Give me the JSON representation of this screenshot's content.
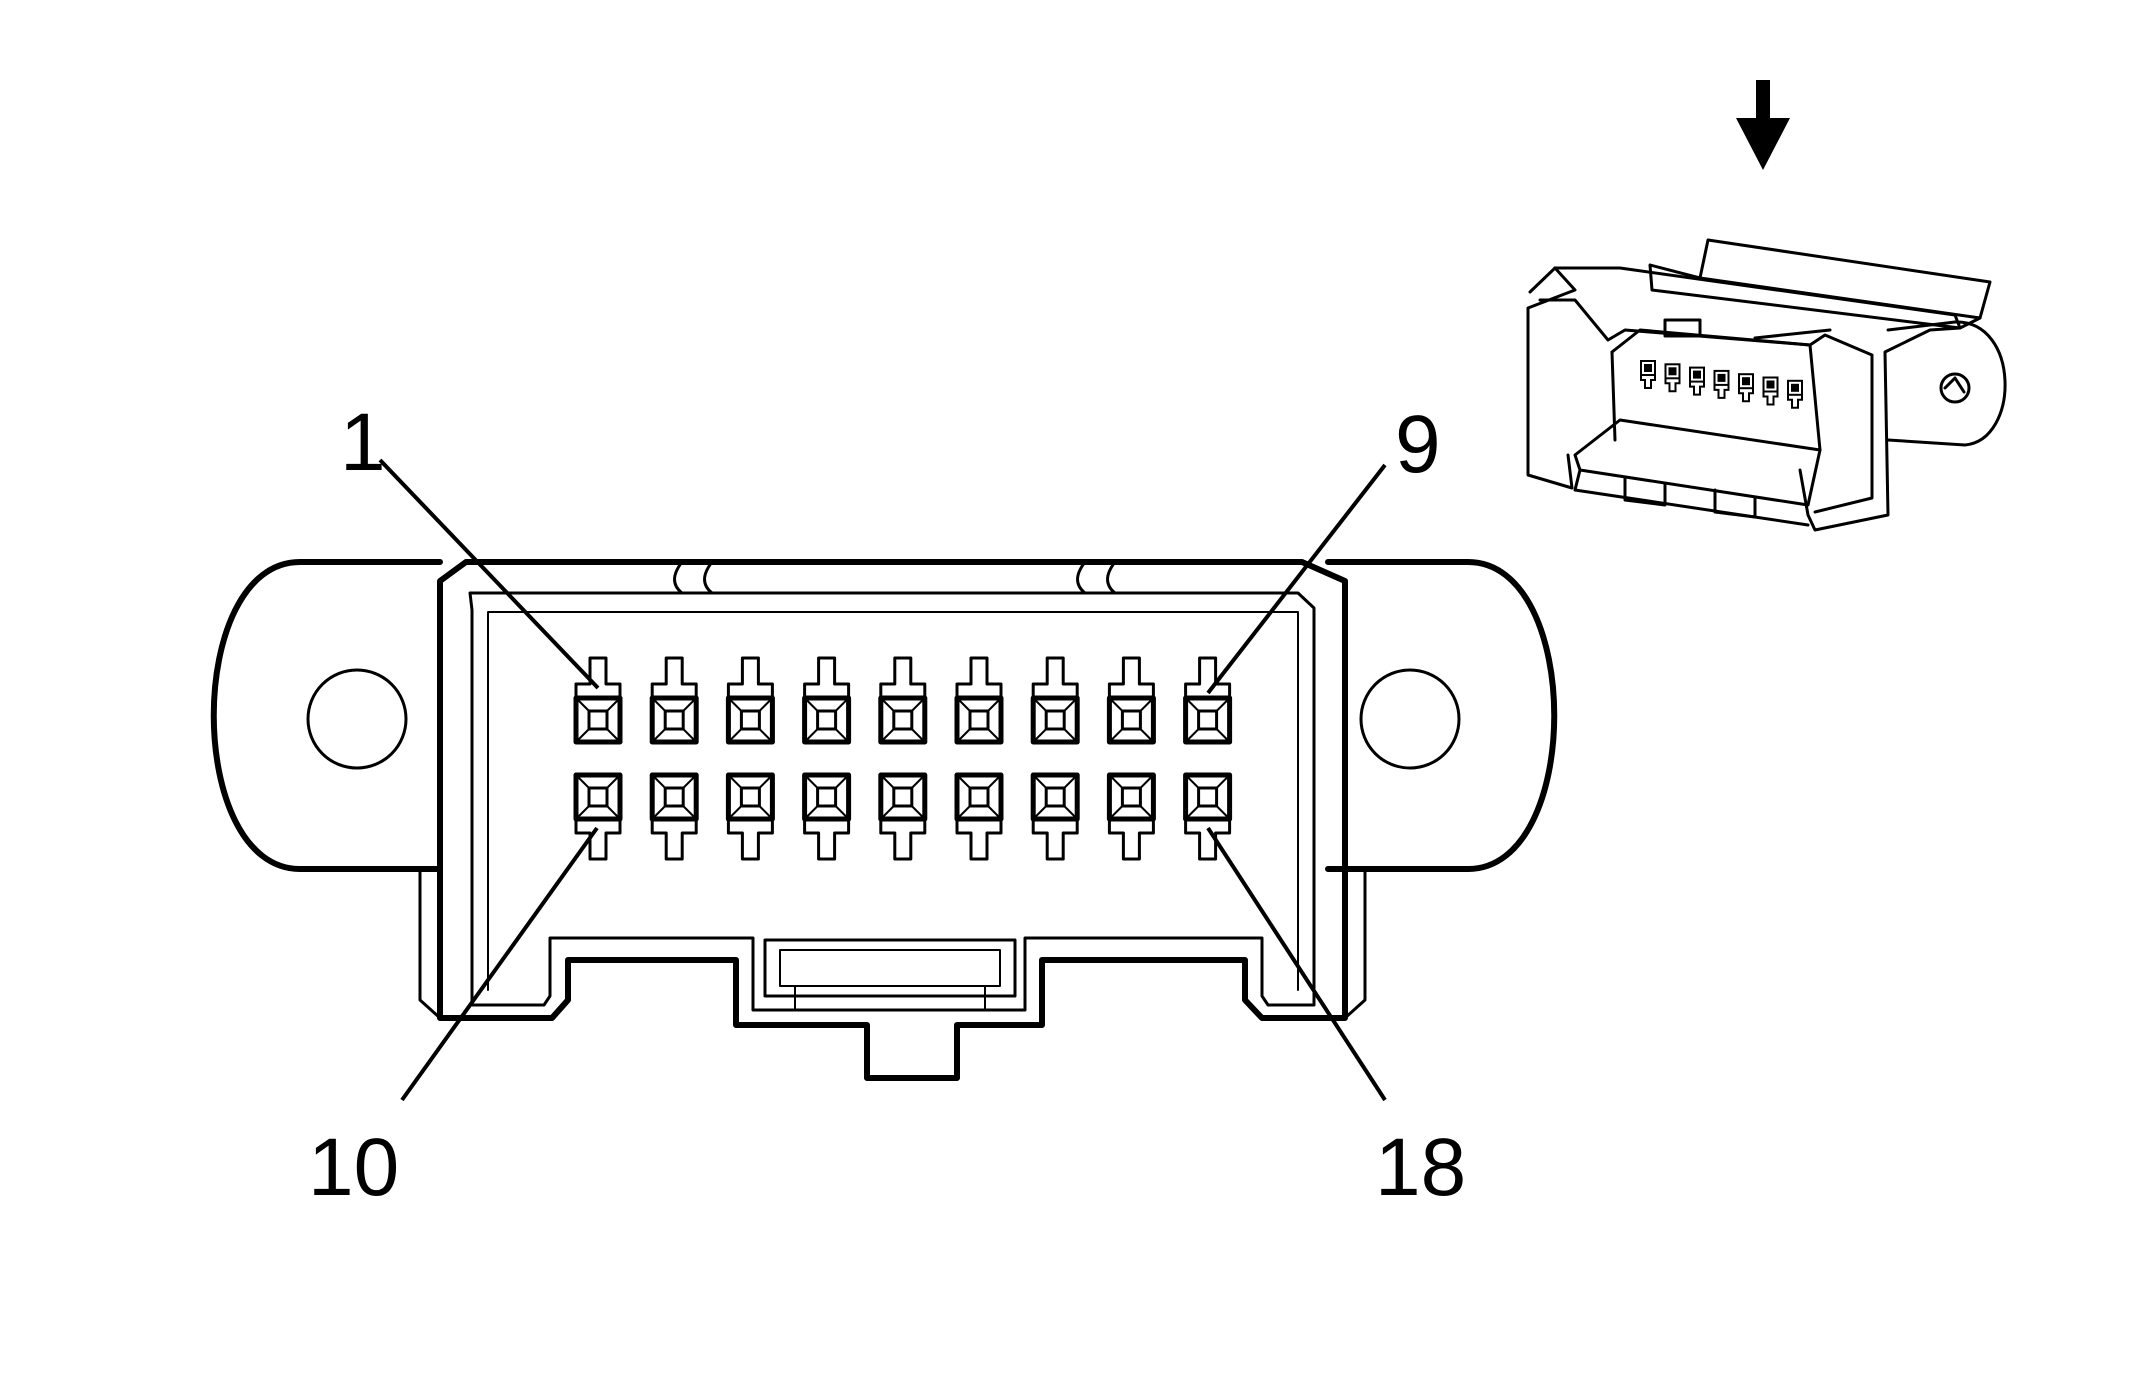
{
  "pin_labels": {
    "top_left": "1",
    "top_right": "9",
    "bottom_left": "10",
    "bottom_right": "18"
  },
  "connector": {
    "rows": 2,
    "pins_per_row": 9
  },
  "inset": {
    "icon": "connector-isometric-view",
    "arrow_icon": "arrow-down-icon",
    "pins_visible": 7
  },
  "colors": {
    "line": "#000000",
    "background": "#ffffff"
  }
}
